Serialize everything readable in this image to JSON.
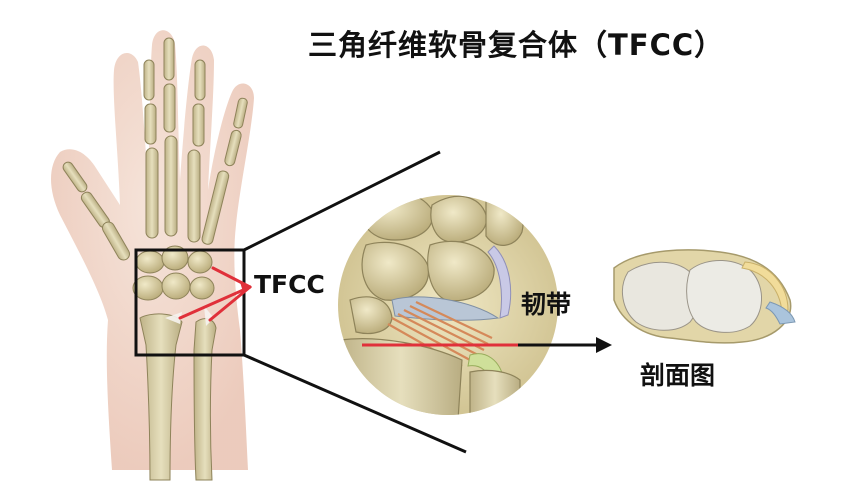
{
  "title": "三角纤维软骨复合体（TFCC）",
  "labels": {
    "tfcc": "TFCC",
    "ligament": "韧带",
    "cross_section": "剖面图"
  },
  "colors": {
    "bone": "#d8cfa6",
    "skin": "#f1d6c8",
    "highlight_red": "#e0303a",
    "box_black": "#111111"
  }
}
